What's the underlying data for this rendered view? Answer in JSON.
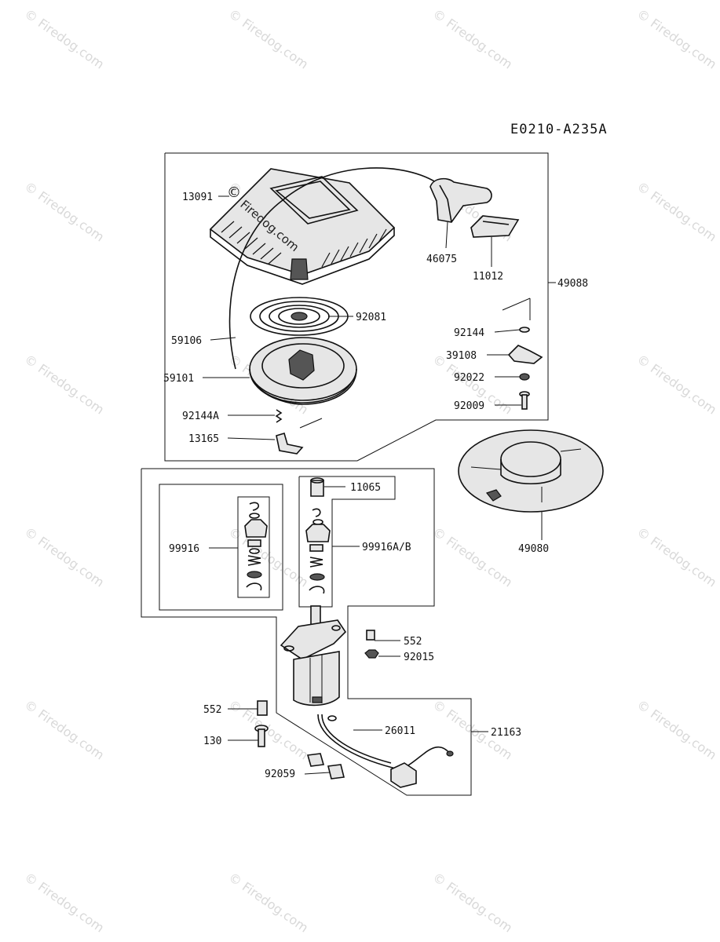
{
  "diagram_id": "E0210-A235A",
  "watermark": {
    "text": "Firedog.com",
    "copyright_symbol": "©"
  },
  "labels": {
    "p13091": "13091",
    "p46075": "46075",
    "p11012": "11012",
    "p49088": "49088",
    "p92081": "92081",
    "p92144": "92144",
    "p59106": "59106",
    "p39108": "39108",
    "p59101": "59101",
    "p92022": "92022",
    "p92144A": "92144A",
    "p92009": "92009",
    "p13165": "13165",
    "p11065": "11065",
    "p49080": "49080",
    "p99916": "99916",
    "p99916AB": "99916A/B",
    "p552a": "552",
    "p92015": "92015",
    "p552b": "552",
    "p26011": "26011",
    "p21163": "21163",
    "p130": "130",
    "p92059": "92059"
  }
}
